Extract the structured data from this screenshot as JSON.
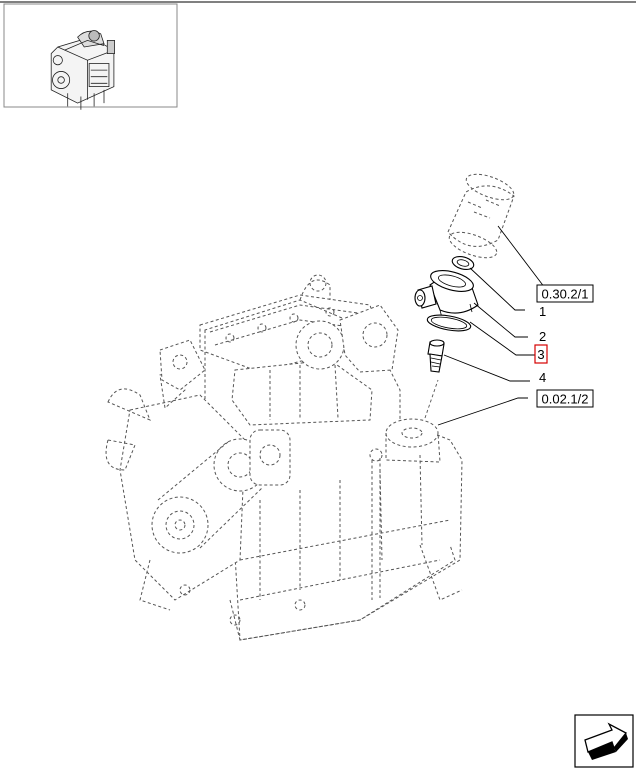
{
  "callouts": {
    "item1": "1",
    "item2": "2",
    "item3": "3",
    "item4": "4"
  },
  "references": {
    "ref_filter": "0.30.2/1",
    "ref_engine": "0.02.1/2"
  },
  "highlighted_item": "3",
  "colors": {
    "highlight": "#d40000",
    "line": "#000000",
    "ghost": "#555555"
  },
  "icons": {
    "thumbnail": "engine-thumbnail-icon",
    "next": "next-page-arrow-icon"
  }
}
